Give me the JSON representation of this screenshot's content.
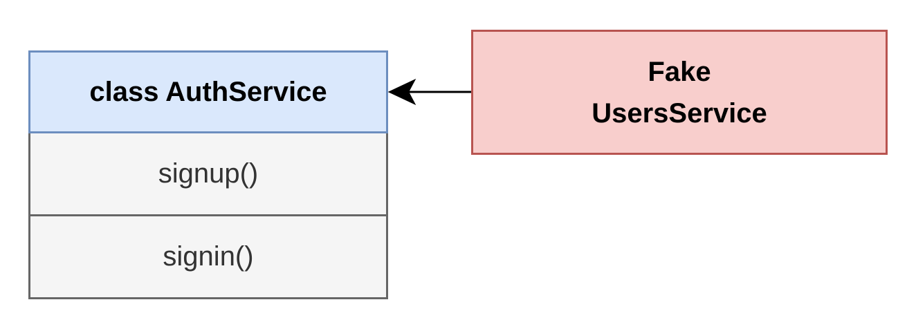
{
  "auth_service": {
    "title": "class AuthService",
    "methods": [
      {
        "label": "signup()"
      },
      {
        "label": "signin()"
      }
    ],
    "header_fill": "#dae8fc",
    "header_stroke": "#6c8ebf",
    "body_fill": "#f5f5f5",
    "body_stroke": "#666666"
  },
  "fake_users_service": {
    "line1": "Fake",
    "line2": "UsersService",
    "fill": "#f8cecc",
    "stroke": "#b85450"
  },
  "connector": {
    "from": "fake_users_service",
    "to": "auth_service",
    "arrowhead": "classic",
    "color": "#000000"
  }
}
